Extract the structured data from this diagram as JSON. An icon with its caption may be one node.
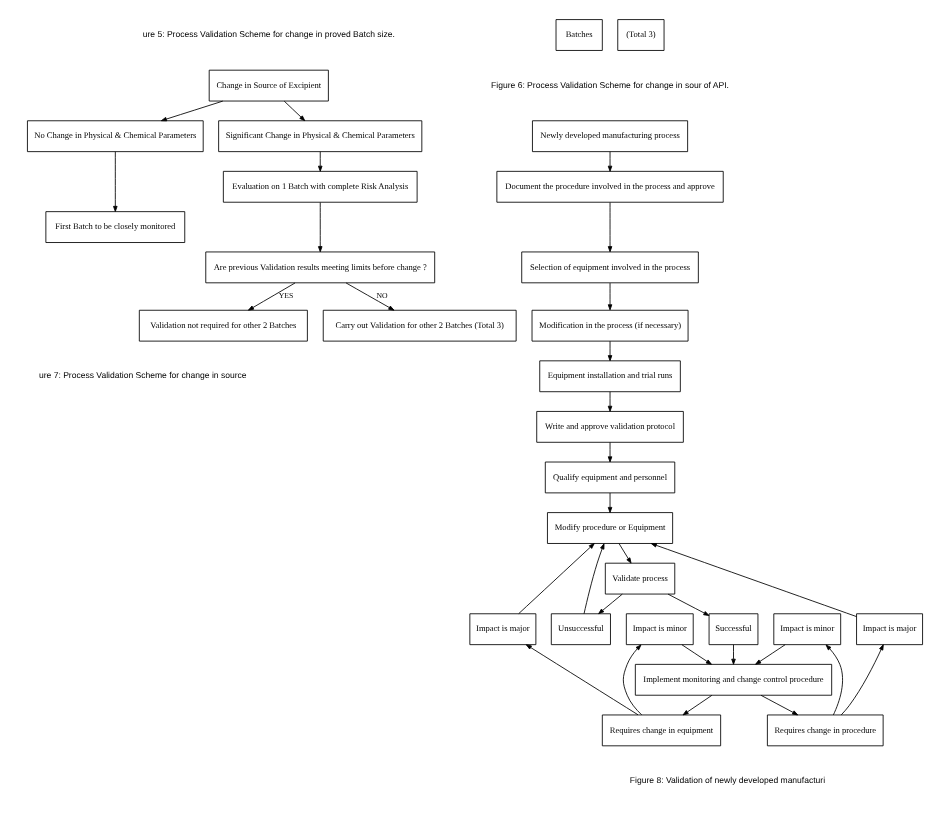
{
  "diagram": {
    "nodes": [
      {
        "text": [
          "Change in Source of Excipient"
        ]
      },
      {
        "text": [
          "No Change in Physical & Chemical Parameters"
        ]
      },
      {
        "text": [
          "Significant Change in Physical & Chemical Parameters"
        ]
      },
      {
        "text": [
          "First Batch to be closely monitored"
        ]
      },
      {
        "text": [
          "Evaluation on 1 Batch with complete Risk Analysis"
        ]
      },
      {
        "text": [
          "Are previous Validation results meeting limits before change ?"
        ]
      },
      {
        "text": [
          "Validation not required for other 2 Batches"
        ]
      },
      {
        "text": [
          "Carry out Validation for other 2 Batches (Total 3)"
        ]
      },
      {
        "text": [
          "Batches"
        ]
      },
      {
        "text": [
          "(Total 3)"
        ]
      },
      {
        "text": [
          "Newly developed manufacturing process"
        ]
      },
      {
        "text": [
          "Document the procedure involved in the process and approve"
        ]
      },
      {
        "text": [
          "Selection of equipment involved in the process"
        ]
      },
      {
        "text": [
          "Modification in the process (if necessary)"
        ]
      },
      {
        "text": [
          "Equipment installation and trial runs"
        ]
      },
      {
        "text": [
          "Write and approve validation protocol"
        ]
      },
      {
        "text": [
          "Qualify equipment and personnel"
        ]
      },
      {
        "text": [
          "Modify procedure or Equipment"
        ]
      },
      {
        "text": [
          "Validate process"
        ]
      },
      {
        "text": [
          "Impact is major"
        ]
      },
      {
        "text": [
          "Impact is minor"
        ]
      },
      {
        "text": [
          "Successful"
        ]
      },
      {
        "text": [
          "Unsuccessful"
        ]
      },
      {
        "text": [
          "Impact is minor"
        ]
      },
      {
        "text": [
          "Impact is major"
        ]
      },
      {
        "text": [
          "Implement monitoring and change control procedure"
        ]
      },
      {
        "text": [
          "Requires change in procedure"
        ]
      },
      {
        "text": [
          "Requires change in equipment"
        ]
      }
    ],
    "edges": [
      {
        "from": 0,
        "to": 1,
        "arrow": "to"
      },
      {
        "from": 0,
        "to": 2,
        "arrow": "to"
      },
      {
        "from": 1,
        "to": 3,
        "arrow": "to"
      },
      {
        "from": 2,
        "to": 4,
        "arrow": "to"
      },
      {
        "from": 4,
        "to": 5,
        "arrow": "to"
      },
      {
        "from": 5,
        "to": 6,
        "label": "YES",
        "arrow": "to"
      },
      {
        "from": 5,
        "to": 7,
        "label": "NO",
        "arrow": "to"
      },
      {
        "from": 10,
        "to": 11,
        "arrow": "to"
      },
      {
        "from": 11,
        "to": 12,
        "arrow": "to"
      },
      {
        "from": 12,
        "to": 13,
        "arrow": "to"
      },
      {
        "from": 13,
        "to": 14,
        "arrow": "to"
      },
      {
        "from": 14,
        "to": 15,
        "arrow": "to"
      },
      {
        "from": 15,
        "to": 16,
        "arrow": "to"
      },
      {
        "from": 16,
        "to": 17,
        "arrow": "to"
      },
      {
        "from": 17,
        "to": 18,
        "arrow": "to"
      },
      {
        "from": 18,
        "to": 21,
        "arrow": "to"
      },
      {
        "from": 18,
        "to": 22,
        "arrow": "to"
      },
      {
        "from": 21,
        "to": 25,
        "arrow": "to"
      },
      {
        "from": 22,
        "to": 17,
        "arrow": "to"
      },
      {
        "from": 19,
        "to": 17,
        "arrow": "to"
      },
      {
        "from": 24,
        "to": 17,
        "arrow": "to"
      },
      {
        "from": 20,
        "to": 25,
        "arrow": "to"
      },
      {
        "from": 23,
        "to": 25,
        "arrow": "to"
      },
      {
        "from": 25,
        "to": 26,
        "arrow": "to"
      },
      {
        "from": 25,
        "to": 27,
        "arrow": "to"
      },
      {
        "from": 26,
        "to": 19,
        "arrow": "to"
      },
      {
        "from": 26,
        "to": 20,
        "arrow": "to"
      },
      {
        "from": 27,
        "to": 23,
        "arrow": "to"
      },
      {
        "from": 27,
        "to": 24,
        "arrow": "to"
      }
    ],
    "labels": [
      "ure 5: Process Validation Scheme for change in proved Batch size.",
      "Figure 6: Process Validation Scheme for change in sour of API.",
      "ure 7: Process Validation Scheme for change in source",
      "Figure 8: Validation of newly developed manufacturi"
    ]
  }
}
